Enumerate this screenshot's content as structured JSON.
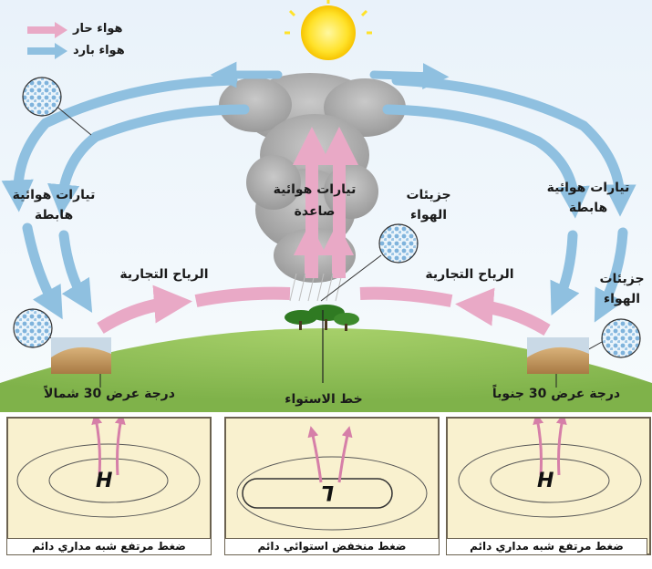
{
  "legend": {
    "hot_air": "هواء حار",
    "cold_air": "هواء بارد"
  },
  "labels": {
    "descending_left_line1": "تيارات هوائية",
    "descending_left_line2": "هابطة",
    "descending_right_line1": "تيارات هوائية",
    "descending_right_line2": "هابطة",
    "ascending_line1": "تيارات هوائية",
    "ascending_line2": "صاعدة",
    "air_molecules_center_line1": "جزيئات",
    "air_molecules_center_line2": "الهواء",
    "air_molecules_right_line1": "جزيئات",
    "air_molecules_right_line2": "الهواء",
    "trade_winds_left": "الرياح التجارية",
    "trade_winds_right": "الرياح التجارية",
    "lat_north": "درجة عرض 30 شمالاً",
    "equator": "خط الاستواء",
    "lat_south": "درجة عرض 30 جنوباً"
  },
  "panels": [
    {
      "symbol": "H",
      "caption": "ضغط مرتفع شبه مداري دائم"
    },
    {
      "symbol": "L",
      "caption": "ضغط منخفض استوائي دائم"
    },
    {
      "symbol": "H",
      "caption": "ضغط مرتفع شبه مداري دائم"
    }
  ],
  "colors": {
    "hot_air": "#e9a9c6",
    "cold_air": "#8fc0e0",
    "ground": "#9bc95e",
    "sky": "#f0f6fb"
  }
}
